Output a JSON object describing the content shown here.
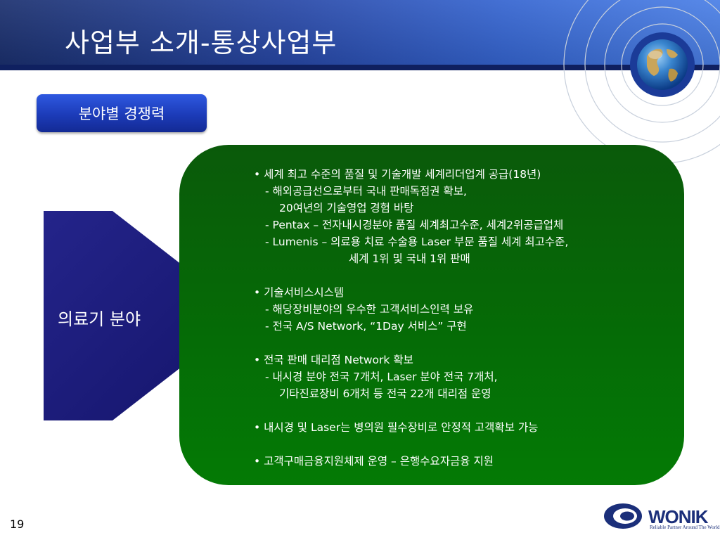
{
  "slide": {
    "title": "사업부 소개-통상사업부",
    "category_label": "분야별 경쟁력",
    "section_label": "의료기 분야",
    "page_number": "19"
  },
  "content": {
    "lines": [
      "• 세계 최고 수준의 품질 및 기술개발 세계리더업계 공급(18년)",
      "- 해외공급선으로부터 국내 판매독점권 확보,",
      "20여년의 기술영업 경험 바탕",
      "- Pentax – 전자내시경분야 품질 세계최고수준, 세계2위공급업체",
      "- Lumenis – 의료용 치료 수술용 Laser 부문 품질 세계 최고수준,",
      "세계 1위 및 국내 1위 판매",
      "• 기술서비스시스템",
      "- 해당장비분야의 우수한 고객서비스인력 보유",
      "- 전국 A/S Network, “1Day 서비스” 구현",
      "• 전국 판매 대리점 Network 확보",
      "- 내시경 분야 전국 7개처, Laser 분야 전국 7개처,",
      "기타진료장비 6개처 등 전국 22개 대리점 운영",
      "• 내시경 및 Laser는 병의원 필수장비로 안정적 고객확보 가능",
      "• 고객구매금융지원체제 운영 – 은행수요자금융 지원"
    ]
  },
  "logo": {
    "wordmark": "WONIK",
    "tagline": "Reliable Partner Around The World"
  },
  "colors": {
    "header_blue": "#2747a6",
    "panel_green": "#056b06",
    "arrow_navy": "#1a1a78",
    "brand_navy": "#1b2f7a"
  },
  "icons": [
    "globe-icon",
    "wonik-logo-icon"
  ]
}
